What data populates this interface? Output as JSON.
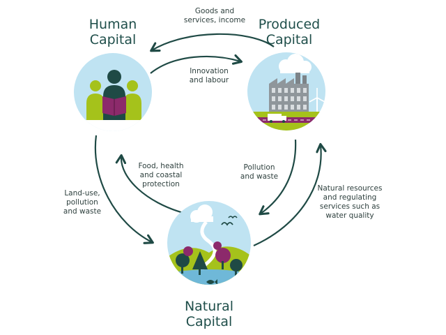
{
  "nodes": {
    "human": {
      "title_line1": "Human",
      "title_line2": "Capital"
    },
    "produced": {
      "title_line1": "Produced",
      "title_line2": "Capital"
    },
    "natural": {
      "title_line1": "Natural",
      "title_line2": "Capital"
    }
  },
  "flows": {
    "goods_services": {
      "line1": "Goods and",
      "line2": "services, income"
    },
    "innovation": {
      "line1": "Innovation",
      "line2": "and labour"
    },
    "food_health": {
      "line1": "Food, health",
      "line2": "and coastal",
      "line3": "protection"
    },
    "pollution": {
      "line1": "Pollution",
      "line2": "and waste"
    },
    "landuse": {
      "line1": "Land-use,",
      "line2": "pollution",
      "line3": "and waste"
    },
    "natural_resources": {
      "line1": "Natural resources",
      "line2": "and regulating",
      "line3": "services such as",
      "line4": "water quality"
    }
  },
  "colors": {
    "arrow": "#1f4a45",
    "circle_bg": "#bfe3f2",
    "grass": "#a5c21b",
    "purple": "#8c2a6b",
    "dark_green": "#1f4a45"
  }
}
